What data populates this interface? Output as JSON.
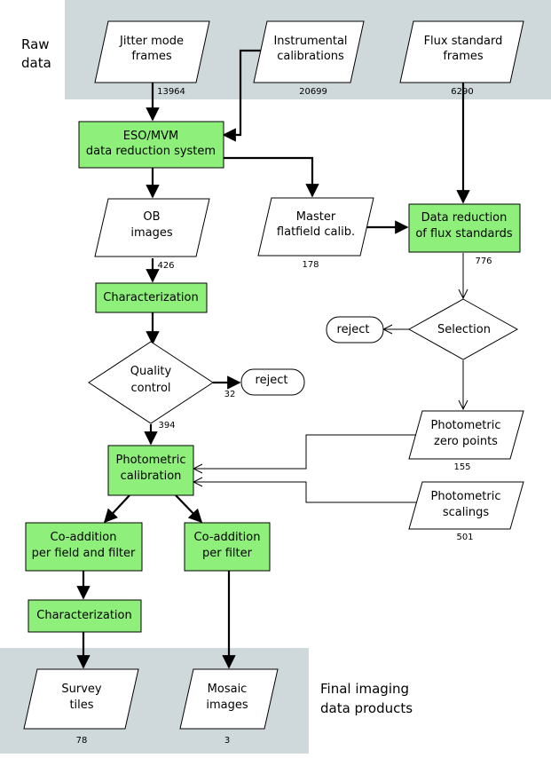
{
  "colors": {
    "band": "#cfd9db",
    "process": "#8ef07a",
    "stroke": "#000000",
    "background": "#ffffff"
  },
  "side_labels": {
    "raw_line1": "Raw",
    "raw_line2": "data",
    "final_line1": "Final imaging",
    "final_line2": "data products"
  },
  "nodes": {
    "jitter": {
      "line1": "Jitter mode",
      "line2": "frames",
      "count": "13964"
    },
    "instr": {
      "line1": "Instrumental",
      "line2": "calibrations",
      "count": "20699"
    },
    "fluxframes": {
      "line1": "Flux standard",
      "line2": "frames",
      "count": "6290"
    },
    "eso": {
      "line1": "ESO/MVM",
      "line2": "data reduction system"
    },
    "ob": {
      "line1": "OB",
      "line2": "images",
      "count": "426"
    },
    "master": {
      "line1": "Master",
      "line2": "flatfield calib.",
      "count": "178"
    },
    "dataflux": {
      "line1": "Data reduction",
      "line2": "of flux standards",
      "count": "776"
    },
    "char1": {
      "line1": "Characterization"
    },
    "selection": {
      "line1": "Selection"
    },
    "reject1": {
      "line1": "reject"
    },
    "quality": {
      "line1": "Quality",
      "line2": "control",
      "count": "394"
    },
    "reject2": {
      "line1": "reject",
      "count": "32"
    },
    "zeropoints": {
      "line1": "Photometric",
      "line2": "zero points",
      "count": "155"
    },
    "photcal": {
      "line1": "Photometric",
      "line2": "calibration"
    },
    "scalings": {
      "line1": "Photometric",
      "line2": "scalings",
      "count": "501"
    },
    "coadd_field": {
      "line1": "Co-addition",
      "line2": "per field and filter"
    },
    "coadd_filter": {
      "line1": "Co-addition",
      "line2": "per filter"
    },
    "char2": {
      "line1": "Characterization"
    },
    "survey": {
      "line1": "Survey",
      "line2": "tiles",
      "count": "78"
    },
    "mosaic": {
      "line1": "Mosaic",
      "line2": "images",
      "count": "3"
    }
  }
}
